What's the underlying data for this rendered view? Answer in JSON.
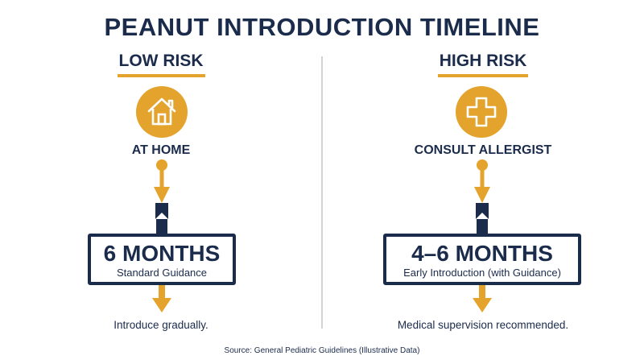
{
  "title": "PEANUT INTRODUCTION TIMELINE",
  "colors": {
    "navy": "#1b2b4b",
    "gold": "#e3a32c",
    "divider": "#cfd3da"
  },
  "columns": [
    {
      "risk": "LOW RISK",
      "icon": "home-icon",
      "label": "AT HOME",
      "box_title": "6 MONTHS",
      "box_subtitle": "Standard Guidance",
      "note": "Introduce gradually."
    },
    {
      "risk": "HIGH RISK",
      "icon": "medical-cross-icon",
      "label": "CONSULT ALLERGIST",
      "box_title": "4–6 MONTHS",
      "box_subtitle": "Early Introduction (with Guidance)",
      "note": "Medical supervision recommended."
    }
  ],
  "source": "Source: General Pediatric Guidelines (Illustrative Data)"
}
